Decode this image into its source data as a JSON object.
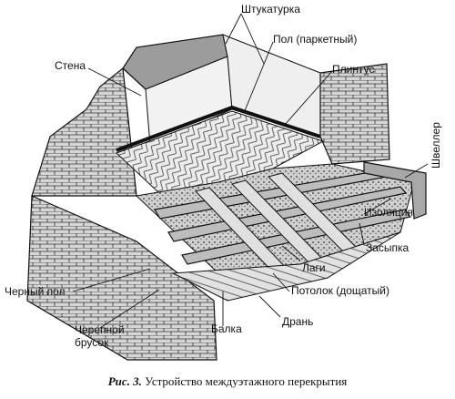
{
  "labels": {
    "shtukaturka": "Штукатурка",
    "pol": "Пол (паркетный)",
    "stena": "Стена",
    "plintus": "Плинтус",
    "shvedler": "Швеллер",
    "izolyatsiya": "Изоляция",
    "zasypka": "Засыпка",
    "lagi": "Лаги",
    "chernyi_pol": "Черный пол",
    "potolok": "Потолок (дощатый)",
    "cherepnoi_brusok": "Черепной брусок",
    "balka": "Балка",
    "dran": "Дрань"
  },
  "caption": {
    "prefix": "Рис. 3.",
    "text": "Устройство междуэтажного перекрытия"
  },
  "colors": {
    "ink": "#1a1a1a",
    "brick_fill": "#d9d9d9",
    "plaster": "#f2f2f2",
    "parquet": "#e8e8e8"
  }
}
